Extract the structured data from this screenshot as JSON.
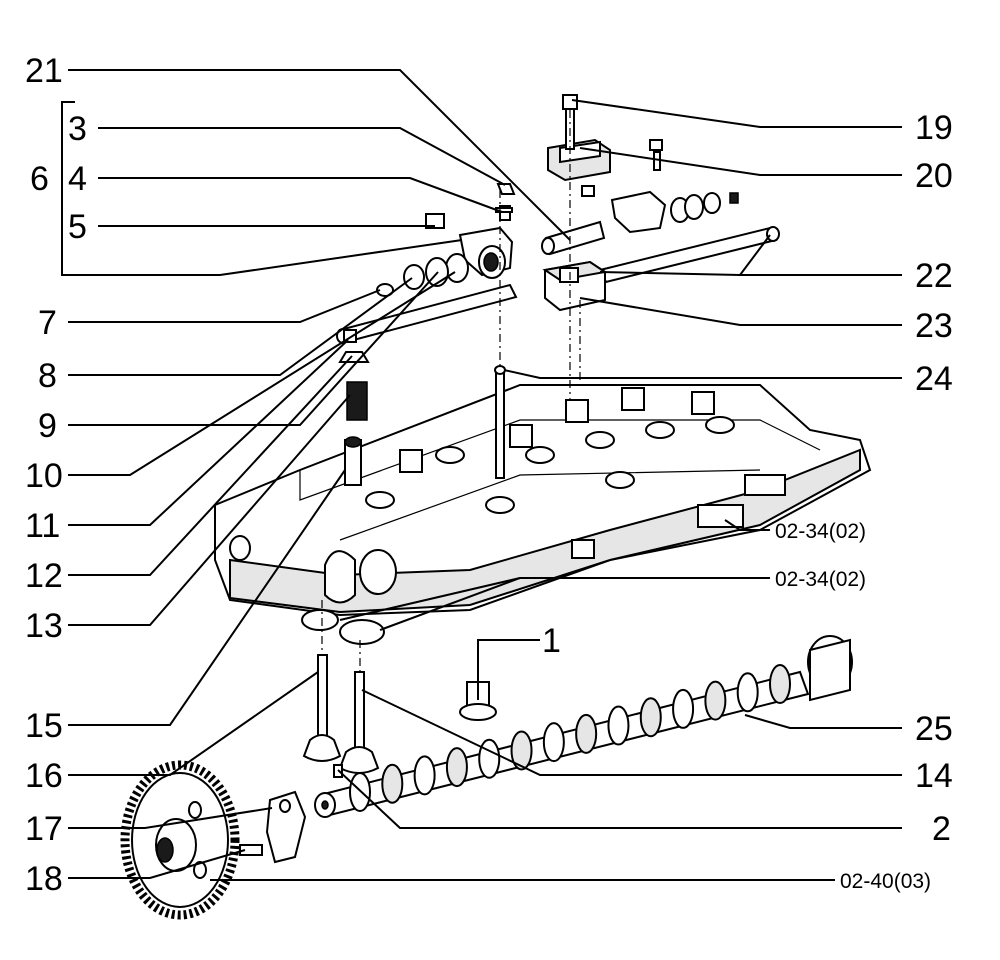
{
  "labels": {
    "n1": "1",
    "n2": "2",
    "n3": "3",
    "n4": "4",
    "n5": "5",
    "n6": "6",
    "n7": "7",
    "n8": "8",
    "n9": "9",
    "n10": "10",
    "n11": "11",
    "n12": "12",
    "n13": "13",
    "n14": "14",
    "n15": "15",
    "n16": "16",
    "n17": "17",
    "n18": "18",
    "n19": "19",
    "n20": "20",
    "n21": "21",
    "n22": "22",
    "n23": "23",
    "n24": "24",
    "n25": "25"
  },
  "references": {
    "head_top": "02-34(02)",
    "head_bottom": "02-34(02)",
    "gear": "02-40(03)"
  }
}
